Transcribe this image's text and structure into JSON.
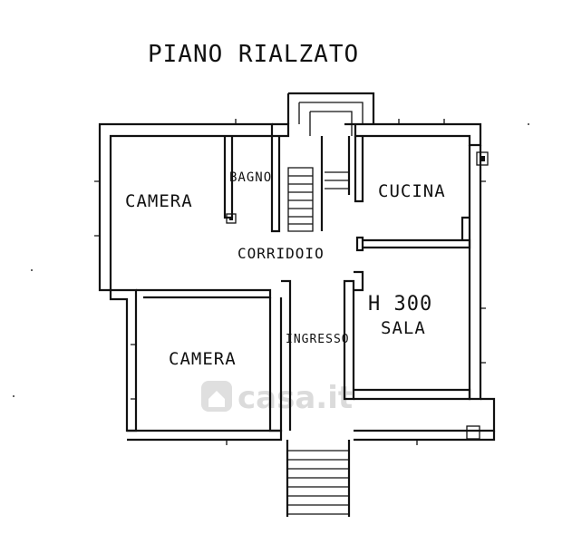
{
  "title": "PIANO RIALZATO",
  "rooms": {
    "camera_top": "CAMERA",
    "bagno": "BAGNO",
    "cucina": "CUCINA",
    "corridoio": "CORRIDOIO",
    "height_note": "H 300",
    "sala": "SALA",
    "ingresso": "INGRESSO",
    "camera_bottom": "CAMERA"
  },
  "watermark": "casa.it"
}
